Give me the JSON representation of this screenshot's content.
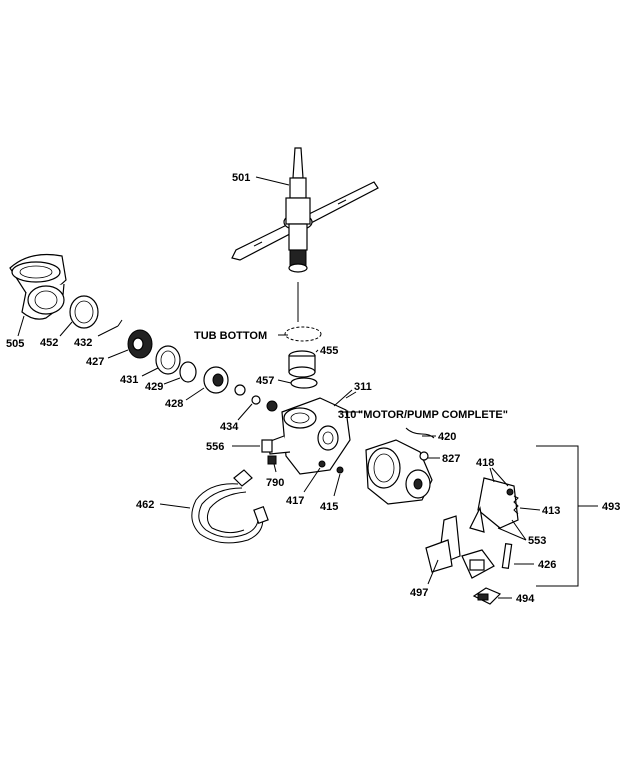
{
  "diagram": {
    "parts": [
      {
        "id": "p501",
        "label": "501"
      },
      {
        "id": "p505",
        "label": "505"
      },
      {
        "id": "p452",
        "label": "452"
      },
      {
        "id": "p432",
        "label": "432"
      },
      {
        "id": "p428",
        "label": "428"
      },
      {
        "id": "p427",
        "label": "427"
      },
      {
        "id": "p431",
        "label": "431"
      },
      {
        "id": "p429",
        "label": "429"
      },
      {
        "id": "p434",
        "label": "434"
      },
      {
        "id": "p455",
        "label": "455"
      },
      {
        "id": "p457",
        "label": "457"
      },
      {
        "id": "p311",
        "label": "311"
      },
      {
        "id": "p310",
        "label": "310"
      },
      {
        "id": "p420",
        "label": "420"
      },
      {
        "id": "p827",
        "label": "827"
      },
      {
        "id": "p556",
        "label": "556"
      },
      {
        "id": "p790",
        "label": "790"
      },
      {
        "id": "p417",
        "label": "417"
      },
      {
        "id": "p415",
        "label": "415"
      },
      {
        "id": "p462",
        "label": "462"
      },
      {
        "id": "p418",
        "label": "418"
      },
      {
        "id": "p413",
        "label": "413"
      },
      {
        "id": "p493",
        "label": "493"
      },
      {
        "id": "p553",
        "label": "553"
      },
      {
        "id": "p426",
        "label": "426"
      },
      {
        "id": "p497",
        "label": "497"
      },
      {
        "id": "p494",
        "label": "494"
      }
    ],
    "annotations": {
      "tub_bottom": "TUB BOTTOM",
      "motor_pump": "\"MOTOR/PUMP COMPLETE\""
    }
  }
}
